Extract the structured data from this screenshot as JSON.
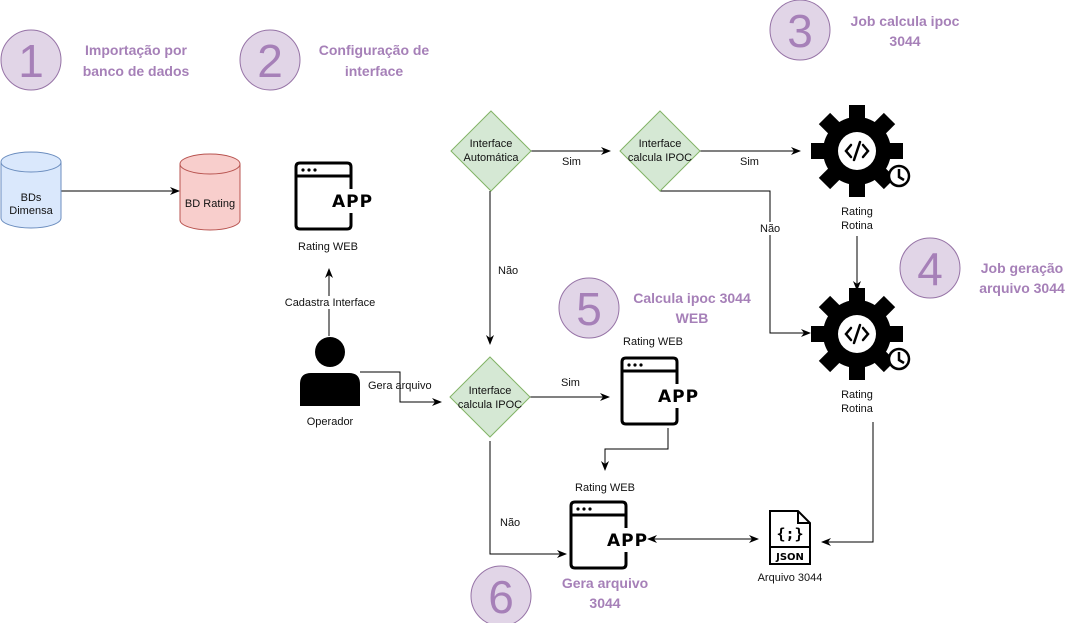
{
  "colors": {
    "step_fill": "#e1d5e7",
    "step_stroke": "#9673a6",
    "step_text": "#a680b8",
    "diamond_fill": "#d5e8d4",
    "diamond_stroke": "#82b366",
    "db_source_fill": "#dae8fc",
    "db_source_stroke": "#6c8ebf",
    "db_target_fill": "#f8cecc",
    "db_target_stroke": "#b85450"
  },
  "steps": [
    {
      "number": "1",
      "title_lines": [
        "Importação por",
        "banco de dados"
      ]
    },
    {
      "number": "2",
      "title_lines": [
        "Configuração de",
        "interface"
      ]
    },
    {
      "number": "3",
      "title_lines": [
        "Job calcula ipoc",
        "3044"
      ]
    },
    {
      "number": "4",
      "title_lines": [
        "Job geração",
        "arquivo 3044"
      ]
    },
    {
      "number": "5",
      "title_lines": [
        "Calcula ipoc 3044",
        "WEB"
      ]
    },
    {
      "number": "6",
      "title_lines": [
        "Gera arquivo",
        "3044"
      ]
    }
  ],
  "nodes": {
    "db_dimensa": {
      "lines": [
        "BDs",
        "Dimensa"
      ],
      "icon": "database-icon"
    },
    "db_rating": {
      "lines": [
        "BD Rating"
      ],
      "icon": "database-icon"
    },
    "app_config": {
      "label": "Rating WEB",
      "icon_text": "APP",
      "icon": "web-app-icon"
    },
    "app_calc": {
      "label": "Rating WEB",
      "icon_text": "APP",
      "icon": "web-app-icon"
    },
    "app_file": {
      "label": "Rating WEB",
      "icon_text": "APP",
      "icon": "web-app-icon"
    },
    "operator": {
      "label": "Operador",
      "icon": "user-icon"
    },
    "decision_auto": {
      "lines": [
        "Interface",
        "Automática"
      ]
    },
    "decision_calc_top": {
      "lines": [
        "Interface",
        "calcula IPOC"
      ]
    },
    "decision_calc_bottom": {
      "lines": [
        "Interface",
        "calcula IPOC"
      ]
    },
    "job_calc": {
      "lines": [
        "Rating",
        "Rotina"
      ],
      "icon": "scheduled-code-gear-icon"
    },
    "job_file": {
      "lines": [
        "Rating",
        "Rotina"
      ],
      "icon": "scheduled-code-gear-icon"
    },
    "json_file": {
      "label": "Arquivo 3044",
      "icon_symbol": "{;}",
      "icon_text": "JSON",
      "icon": "json-file-icon"
    }
  },
  "edges": {
    "cadastra_interface": "Cadastra Interface",
    "gera_arquivo": "Gera arquivo",
    "auto_sim": "Sim",
    "auto_nao": "Não",
    "calc_top_sim": "Sim",
    "calc_top_nao": "Não",
    "calc_bottom_sim": "Sim",
    "calc_bottom_nao": "Não"
  }
}
